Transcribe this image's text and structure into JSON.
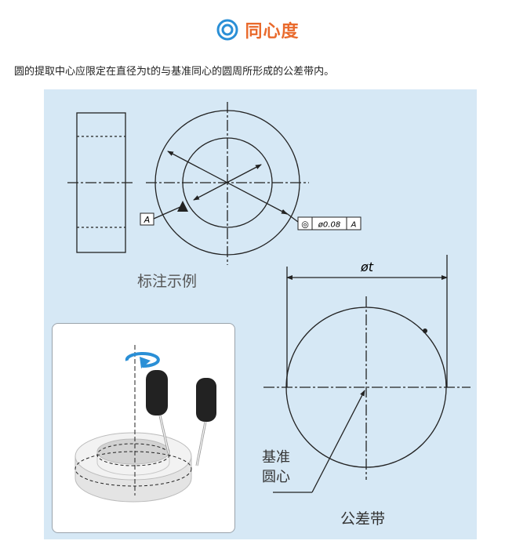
{
  "header": {
    "icon": "concentric-circles-icon",
    "title": "同心度",
    "title_color": "#e96a2c",
    "icon_color": "#2a8fd6"
  },
  "description": "圆的提取中心应限定在直径为t的与基准同心的圆周所形成的公差带内。",
  "drawing": {
    "datum_label": "A",
    "frame_symbol": "◎",
    "frame_tolerance": "ø0.08",
    "frame_datum": "A",
    "caption": "标注示例"
  },
  "zone": {
    "diameter_label": "øt",
    "datum_center_label_line1": "基准",
    "datum_center_label_line2": "圆心",
    "caption": "公差带"
  },
  "colors": {
    "panel_bg": "#d6e8f5",
    "rotation_arrow": "#2a8fd6"
  }
}
